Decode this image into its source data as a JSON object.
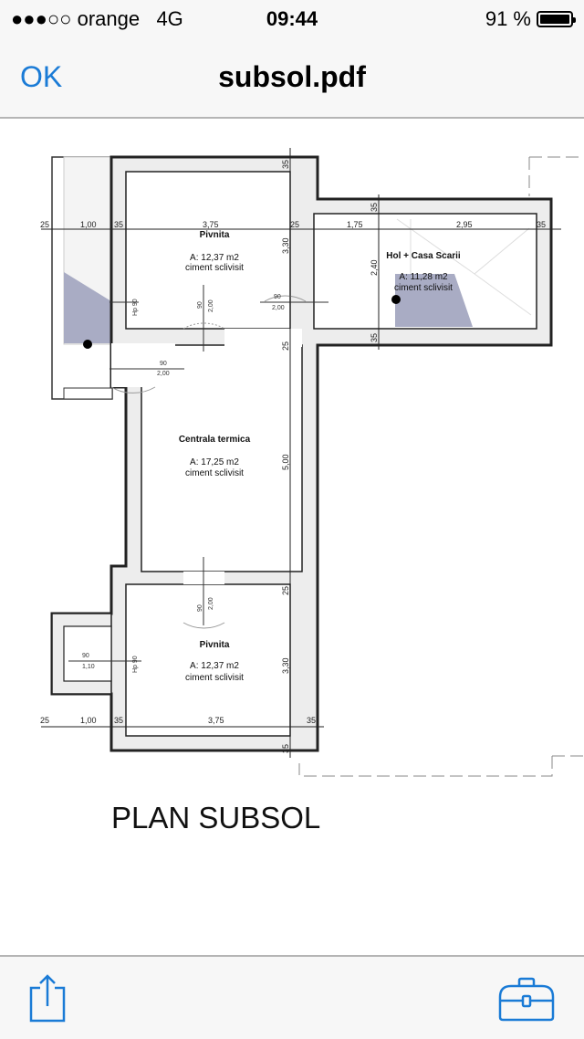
{
  "status_bar": {
    "signal": "●●●○○",
    "carrier": "orange",
    "network": "4G",
    "time": "09:44",
    "battery_percent": "91 %"
  },
  "nav_bar": {
    "done_label": "OK",
    "title": "subsol.pdf"
  },
  "document": {
    "plan_title": "PLAN SUBSOL",
    "rooms": [
      {
        "name": "Pivnita",
        "area": "A: 12,37 m2",
        "finish": "ciment sclivisit"
      },
      {
        "name": "Hol + Casa Scarii",
        "area": "A: 11,28 m2",
        "finish": "ciment sclivisit"
      },
      {
        "name": "Centrala termica",
        "area": "A: 17,25 m2",
        "finish": "ciment sclivisit"
      },
      {
        "name": "Pivnita",
        "area": "A: 12,37 m2",
        "finish": "ciment sclivisit"
      }
    ],
    "dimensions_top": [
      "25",
      "1,00",
      "35",
      "3,75",
      "25",
      "1,75",
      "2,95",
      "35"
    ],
    "dimensions_bottom": [
      "25",
      "1,00",
      "35",
      "3,75",
      "35"
    ],
    "dimensions_vertical": [
      "35",
      "3,30",
      "25",
      "5,00",
      "25",
      "3,30",
      "35",
      "35",
      "2,40",
      "35"
    ],
    "door_labels": [
      {
        "w": "90",
        "h": "2,00"
      },
      {
        "w": "90",
        "h": "2,00"
      },
      {
        "w": "90",
        "h": "2,00"
      },
      {
        "w": "90",
        "h": "2,00"
      },
      {
        "w": "90",
        "h": "1,10"
      }
    ],
    "window_labels": [
      "Hp 90",
      "Hp 90"
    ]
  },
  "toolbar": {
    "share_icon": "share-icon",
    "tools_icon": "toolbox-icon"
  },
  "colors": {
    "accent": "#1a7bd6",
    "bar_bg": "#f7f7f7",
    "stair_fill": "#a9acc4"
  }
}
